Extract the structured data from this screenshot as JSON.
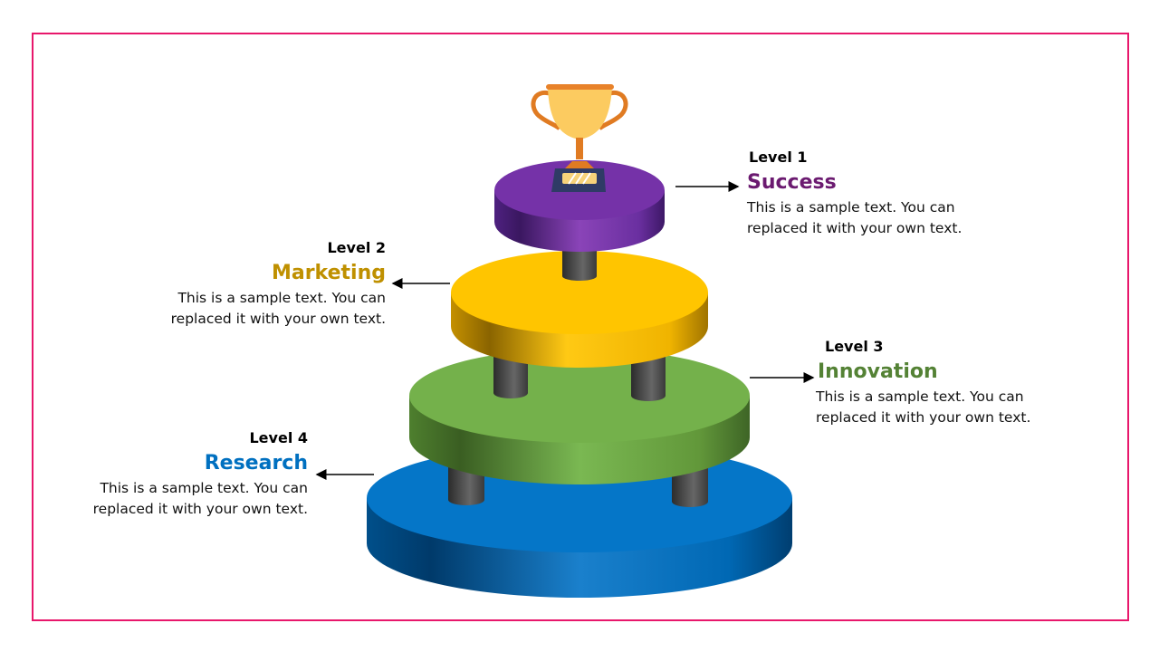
{
  "levels": [
    {
      "level": "Level 1",
      "title": "Success",
      "line1": "This is a sample text. You can",
      "line2": "replaced it with your own text.",
      "color": "#6b1a70"
    },
    {
      "level": "Level 2",
      "title": "Marketing",
      "line1": "This is a sample text. You can",
      "line2": "replaced it with your own text.",
      "color": "#bf9000"
    },
    {
      "level": "Level 3",
      "title": "Innovation",
      "line1": "This is a sample text. You can",
      "line2": "replaced it with your own text.",
      "color": "#548235"
    },
    {
      "level": "Level 4",
      "title": "Research",
      "line1": "This is a sample text. You can",
      "line2": "replaced it with your own text.",
      "color": "#0070c0"
    }
  ],
  "colors": {
    "frame": "#e8176b",
    "purple": "#7030a0",
    "yellow": "#ffc000",
    "green": "#70ad47",
    "blue": "#0070c0"
  }
}
